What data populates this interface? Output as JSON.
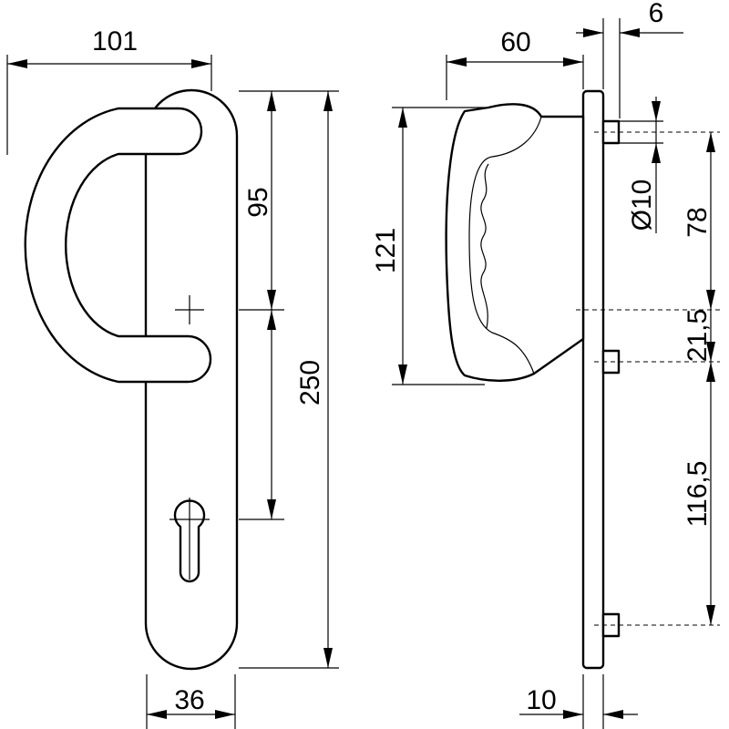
{
  "drawing": {
    "front_view": {
      "width_handle": "101",
      "width_plate": "36",
      "top_to_spindle": "95",
      "plate_height": "250"
    },
    "side_view": {
      "projection": "60",
      "screw_protrusion": "6",
      "handle_height": "121",
      "screw_diameter": "Ø10",
      "screw_to_spindle": "78",
      "spindle_to_screw": "21,5",
      "screw_spacing": "116,5",
      "plate_thickness": "10"
    }
  }
}
